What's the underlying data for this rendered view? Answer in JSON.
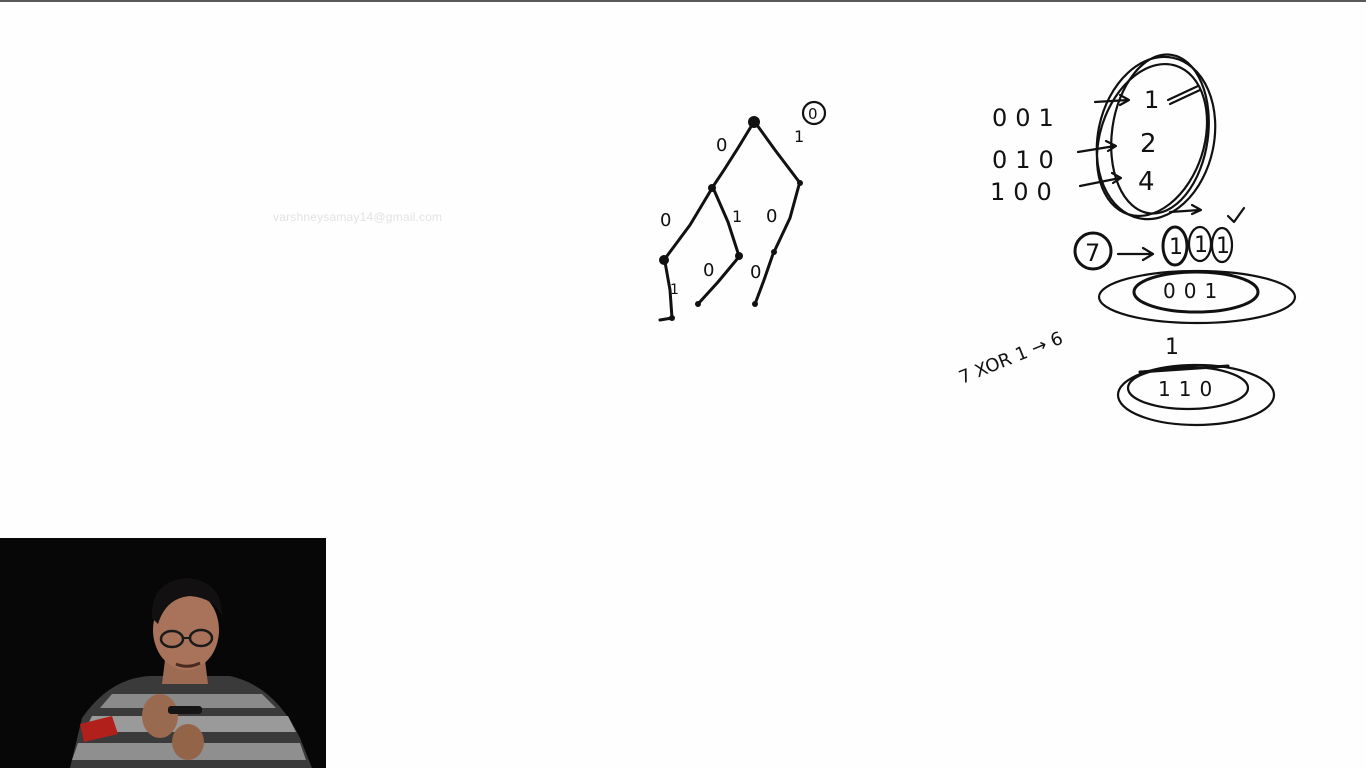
{
  "watermark": "varshneysamay14@gmail.com",
  "trie": {
    "root_edges": {
      "left": "0",
      "right": "1",
      "right_circled": "0"
    },
    "level1_edges": {
      "left_child_left": "0",
      "left_child_right": "1",
      "right_child": "0"
    },
    "level2_edges": {
      "a": "1",
      "b": "0",
      "c": "0"
    }
  },
  "notes": {
    "binary_rows": [
      "001",
      "010",
      "100"
    ],
    "set_values": [
      "1",
      "2",
      "4"
    ],
    "query_value": "7",
    "query_bits": [
      "1",
      "1",
      "1"
    ],
    "result_top": "001",
    "result_bottom": "110",
    "separator": "1",
    "xor_expression": "7 XOR 1 → 6"
  },
  "webcam": {
    "label": "presenter-webcam"
  }
}
